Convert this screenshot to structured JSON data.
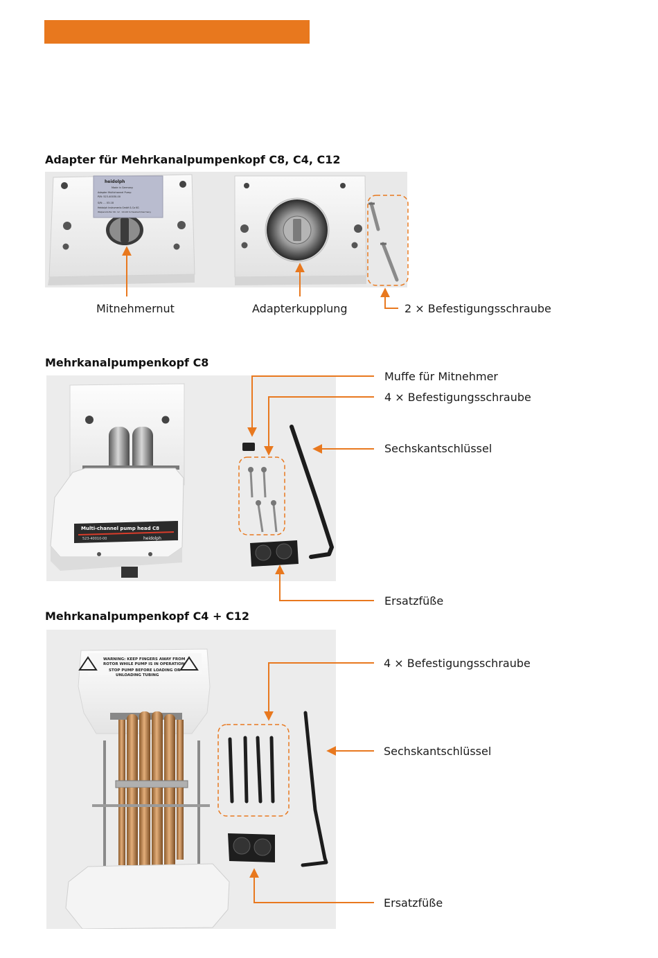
{
  "colors": {
    "accent": "#E8781E"
  },
  "section1": {
    "title": "Adapter für Mehrkanalpumpenkopf C8, C4, C12",
    "plate_label": {
      "brand": "heidolph",
      "line1": "Made in Germany",
      "line2": "Adapter Multichannel Pump",
      "line3": "P/N: 523-40030-00",
      "line4": "S/N: ... 03-18",
      "line5": "Heidolph Instruments GmbH & Co KG",
      "line6": "Walpersdorfer Str. 12 · 91126 Schwabach/Germany"
    },
    "callouts": {
      "mitnehmernut": "Mitnehmernut",
      "adapterkupplung": "Adapterkupplung",
      "screws": "2 × Befestigungsschraube"
    }
  },
  "section2": {
    "title": "Mehrkanalpumpenkopf C8",
    "head_label": {
      "title": "Multi-channel pump head C8",
      "part": "523-40010-00",
      "brand": "heidolph"
    },
    "callouts": {
      "muffe": "Muffe für Mitnehmer",
      "screws": "4 × Befestigungsschraube",
      "key": "Sechskantschlüssel",
      "feet": "Ersatzfüße"
    }
  },
  "section3": {
    "title": "Mehrkanalpumpenkopf C4 + C12",
    "warning": {
      "line1": "WARNING: KEEP FINGERS AWAY FROM",
      "line2": "ROTOR WHILE PUMP IS IN OPERATION",
      "line3": "STOP PUMP BEFORE LOADING OR",
      "line4": "UNLOADING TUBING"
    },
    "callouts": {
      "screws": "4 × Befestigungsschraube",
      "key": "Sechskantschlüssel",
      "feet": "Ersatzfüße"
    }
  }
}
